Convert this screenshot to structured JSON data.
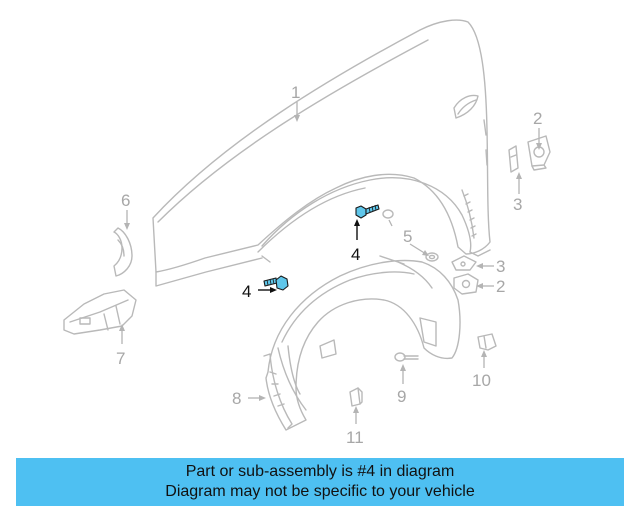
{
  "callouts": {
    "c1": "1",
    "c2a": "2",
    "c2b": "2",
    "c3a": "3",
    "c3b": "3",
    "c4a": "4",
    "c4b": "4",
    "c5": "5",
    "c6": "6",
    "c7": "7",
    "c8": "8",
    "c9": "9",
    "c10": "10",
    "c11": "11"
  },
  "highlighted_part": "4",
  "colors": {
    "highlight_part": "#5fc6ea",
    "banner_background": "#4ec0f2",
    "line_art": "#b9b9b9"
  },
  "banner": {
    "line1": "Part or sub-assembly is #4 in diagram",
    "line2": "Diagram may not be specific to your vehicle"
  }
}
